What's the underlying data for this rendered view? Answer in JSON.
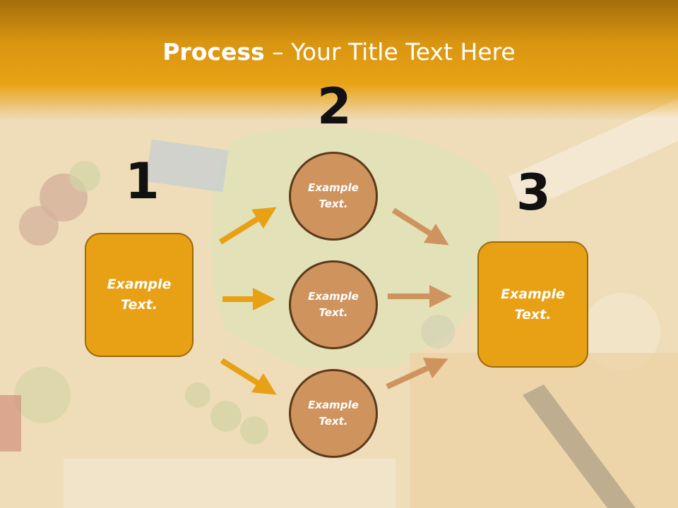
{
  "title": {
    "bold": "Process",
    "rest": " – Your Title Text Here"
  },
  "steps": [
    {
      "number": "1",
      "label": "Example\nText."
    },
    {
      "number": "2"
    },
    {
      "number": "3",
      "label": "Example\nText."
    }
  ],
  "circles": [
    {
      "label": "Example\nText."
    },
    {
      "label": "Example\nText."
    },
    {
      "label": "Example\nText."
    }
  ],
  "colors": {
    "header": "#e9a215",
    "box_fill": "#e8a014",
    "circle_fill": "#cf935e",
    "arrow_left": "#e8a014",
    "arrow_right": "#cf935e"
  }
}
